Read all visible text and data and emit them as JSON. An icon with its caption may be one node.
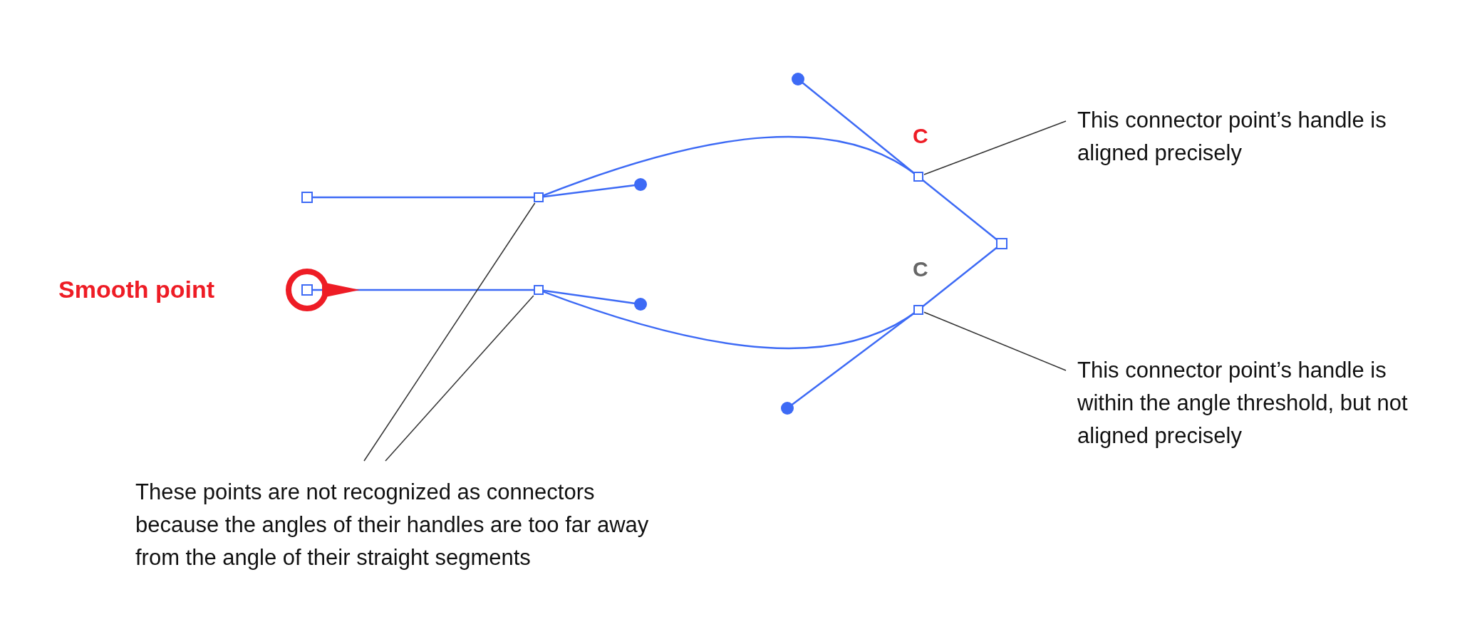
{
  "diagram": {
    "nodes": [
      {
        "text": [
          "This connector point’s handle is aligned precisely"
        ]
      },
      {
        "text": [
          "This connector point’s handle is within the angle threshold, but not aligned precisely"
        ]
      },
      {
        "text": [
          "These points are not recognized as connectors because the angles of their handles are too far away from the angle of their straight segments"
        ]
      },
      {
        "text": [],
        "shape": "box"
      },
      {
        "text": [],
        "shape": "box"
      },
      {
        "text": [],
        "shape": "box"
      },
      {
        "text": [],
        "shape": "box"
      }
    ],
    "edges": [
      {
        "from": 0,
        "to": 5,
        "arrow": "none"
      },
      {
        "from": 1,
        "to": 6,
        "arrow": "none"
      },
      {
        "from": 2,
        "to": 3,
        "arrow": "none"
      },
      {
        "from": 2,
        "to": 4,
        "arrow": "none"
      }
    ],
    "labels": [
      "Smooth point",
      "C",
      "C"
    ]
  }
}
